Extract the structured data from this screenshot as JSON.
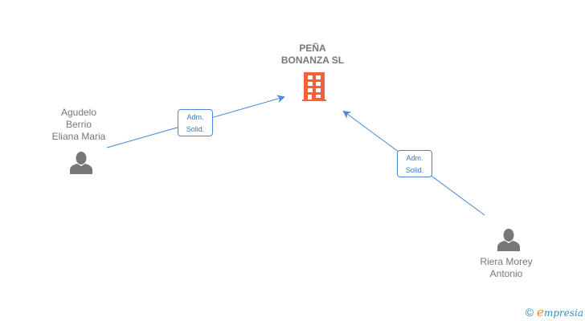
{
  "company": {
    "name_line1": "PEÑA",
    "name_line2": "BONANZA SL",
    "icon": "building-icon",
    "icon_color": "#f4623a"
  },
  "persons": [
    {
      "name_lines": [
        "Agudelo",
        "Berrio",
        "Eliana Maria"
      ],
      "icon": "person-icon",
      "icon_color": "#777777"
    },
    {
      "name_lines": [
        "Riera Morey",
        "Antonio"
      ],
      "icon": "person-icon",
      "icon_color": "#777777"
    }
  ],
  "edges": [
    {
      "from": "Agudelo Berrio Eliana Maria",
      "to": "PEÑA BONANZA SL",
      "label_line1": "Adm.",
      "label_line2": "Solid."
    },
    {
      "from": "Riera Morey Antonio",
      "to": "PEÑA BONANZA SL",
      "label_line1": "Adm.",
      "label_line2": "Solid."
    }
  ],
  "colors": {
    "edge": "#4a86d4",
    "text": "#777777",
    "brand_blue": "#2a8fc4",
    "brand_orange": "#f08a1a"
  },
  "footer": {
    "copyright_symbol": "©",
    "brand_initial": "e",
    "brand_rest": "mpresia"
  }
}
